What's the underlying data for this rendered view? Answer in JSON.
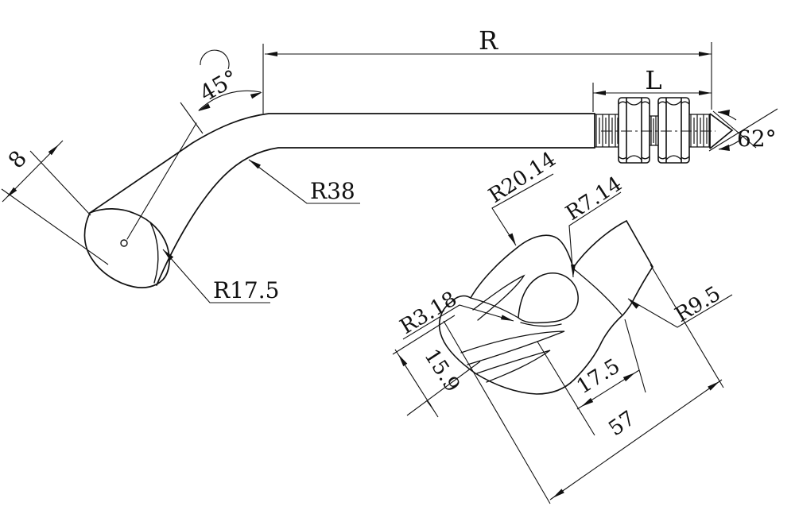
{
  "drawing": {
    "kind": "engineering-dimension-drawing",
    "line_color": "#111111",
    "background": "#ffffff"
  },
  "dims_main": {
    "R_label": "R",
    "L_label": "L",
    "bend_angle": "45°",
    "rod_width": "8",
    "bend_radius": "R38",
    "spoon_radius": "R17.5",
    "tip_angle": "62°"
  },
  "dims_detail": {
    "hump_radius": "R20.14",
    "hole_radius": "R7.14",
    "slot_radius": "R3.18",
    "edge_radius": "R9.5",
    "width": "15.9",
    "hole_offset": "17.5",
    "overall": "57"
  }
}
